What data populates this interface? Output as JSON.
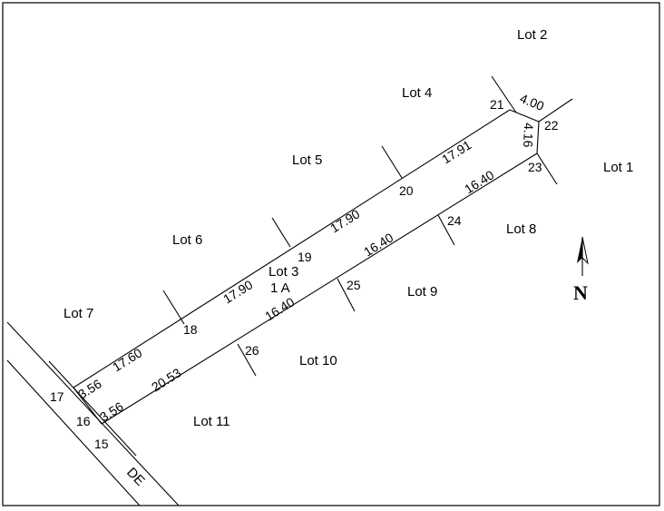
{
  "lots": {
    "lot2": "Lot 2",
    "lot4": "Lot 4",
    "lot5": "Lot 5",
    "lot1": "Lot 1",
    "lot6": "Lot 6",
    "lot8": "Lot 8",
    "lot3": "Lot 3",
    "lot3_area": "1 A",
    "lot9": "Lot 9",
    "lot7": "Lot 7",
    "lot10": "Lot 10",
    "lot11": "Lot 11"
  },
  "points": {
    "p15": "15",
    "p16": "16",
    "p17": "17",
    "p18": "18",
    "p19": "19",
    "p20": "20",
    "p21": "21",
    "p22": "22",
    "p23": "23",
    "p24": "24",
    "p25": "25",
    "p26": "26"
  },
  "distances": {
    "d17_18": "17.60",
    "d18_19": "17.90",
    "d19_20": "17.90",
    "d20_21": "17.91",
    "d21_22": "4.00",
    "d22_23": "4.16",
    "d23_24": "16.40",
    "d24_25": "16.40",
    "d25_26": "16.40",
    "d26_16": "20.53",
    "d17_a": "3.56",
    "d16_b": "3.56"
  },
  "road": {
    "label": "DE"
  },
  "north": {
    "label": "N"
  }
}
